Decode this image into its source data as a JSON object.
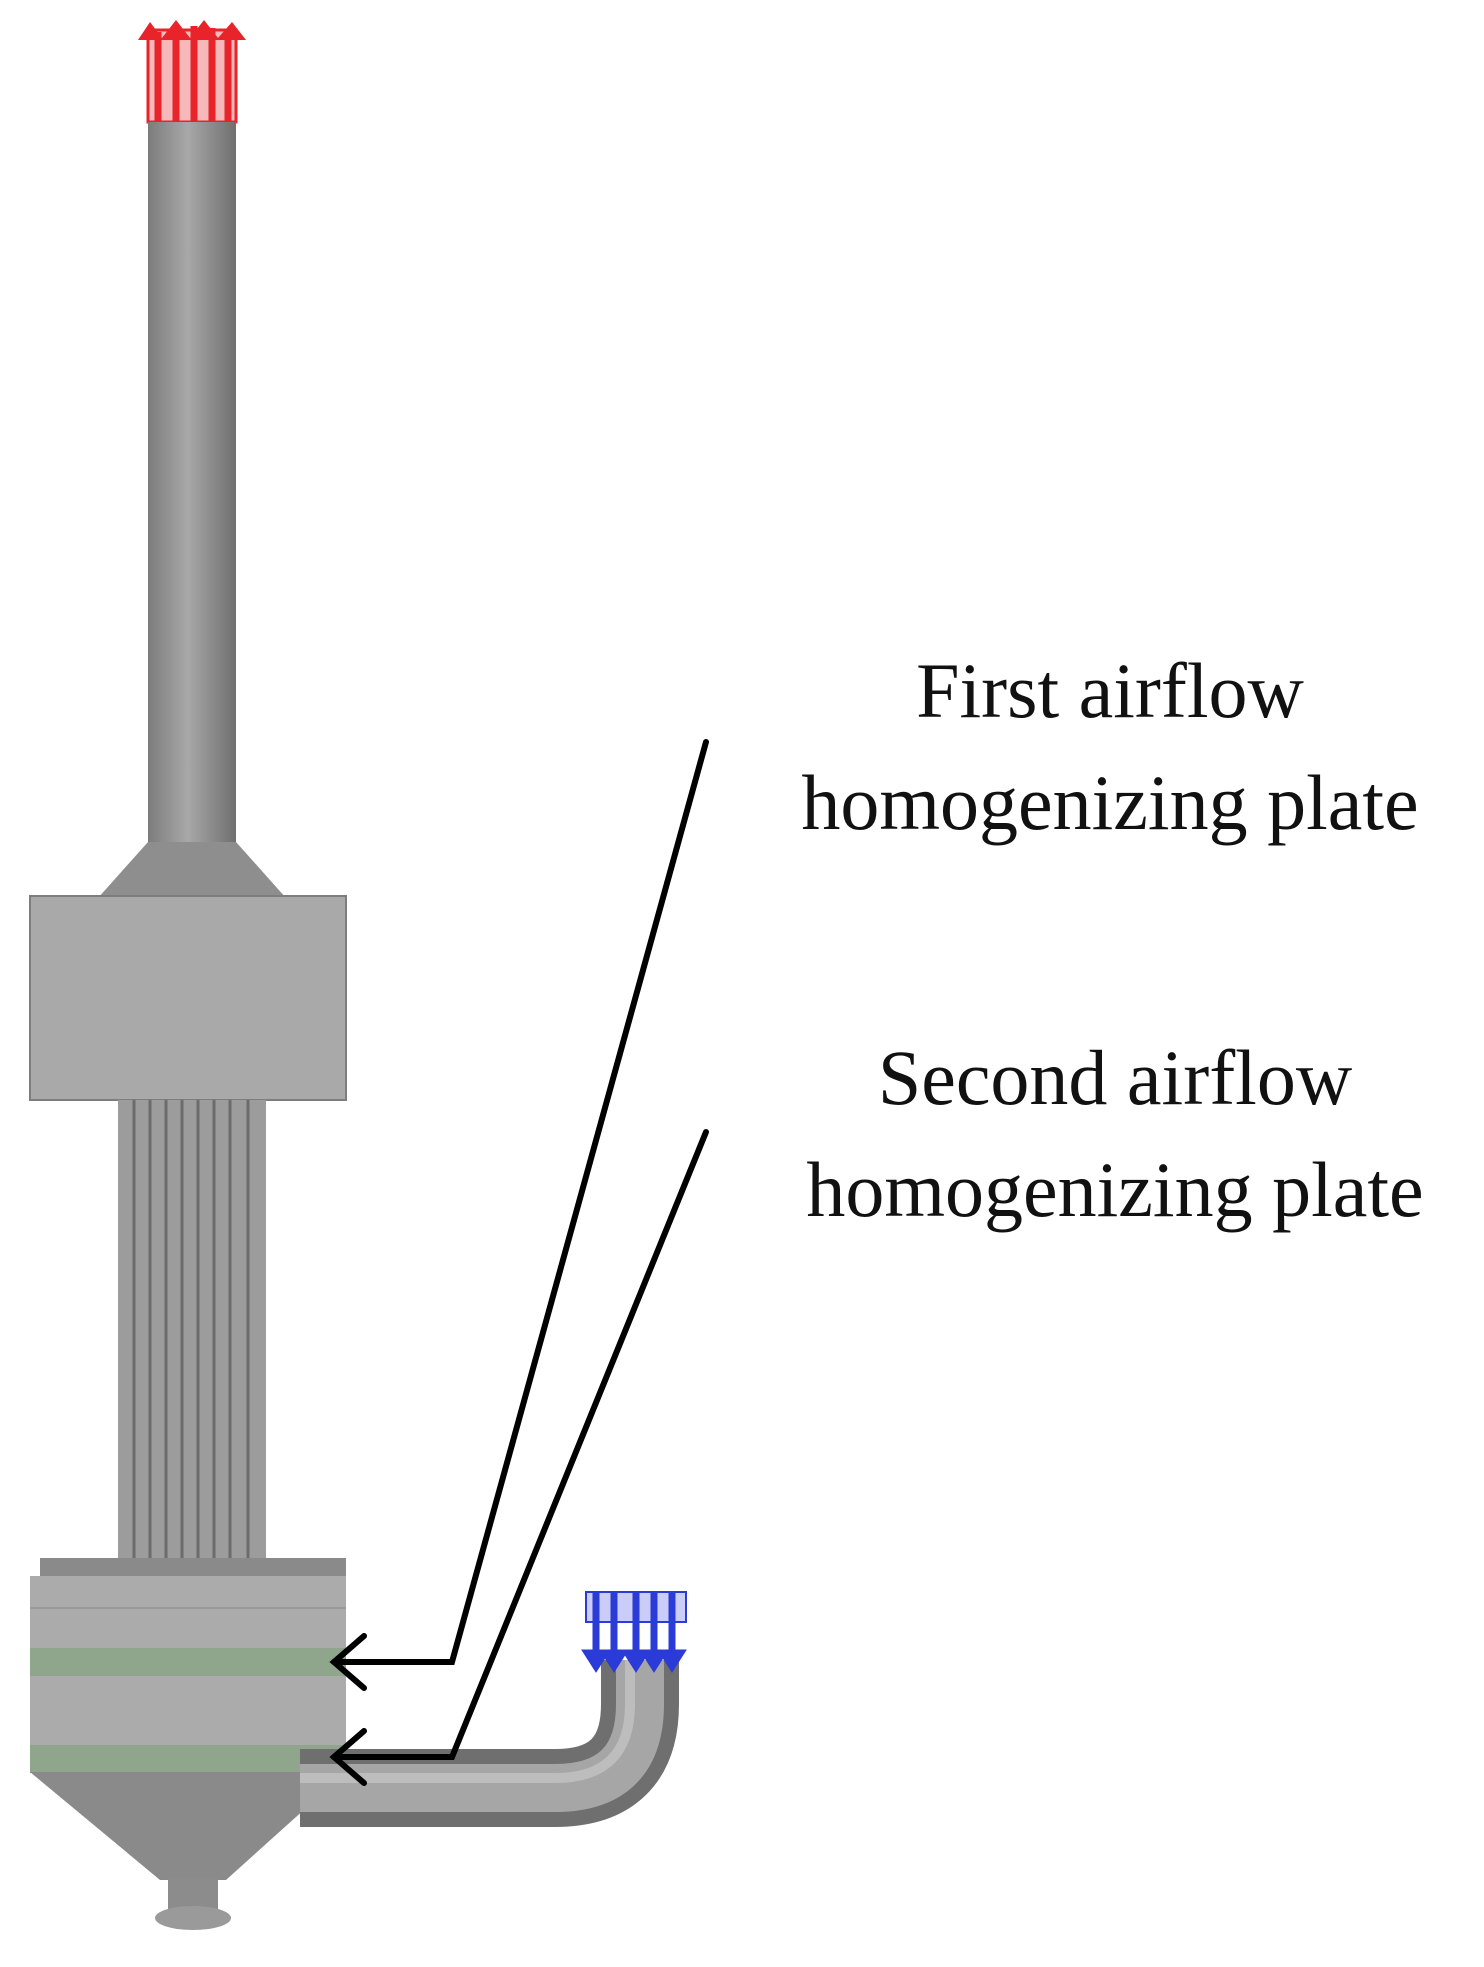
{
  "labels": {
    "first_plate": [
      "First airflow",
      "homogenizing plate"
    ],
    "second_plate": [
      "Second airflow",
      "homogenizing plate"
    ]
  },
  "colors": {
    "body_gray": "#9a9a9a",
    "box_gray": "#a9a9a9",
    "plate_green": "#8fa68c",
    "outlet_red": "#e8232a",
    "inlet_blue": "#2a3bd8",
    "leader_line": "#000000"
  }
}
